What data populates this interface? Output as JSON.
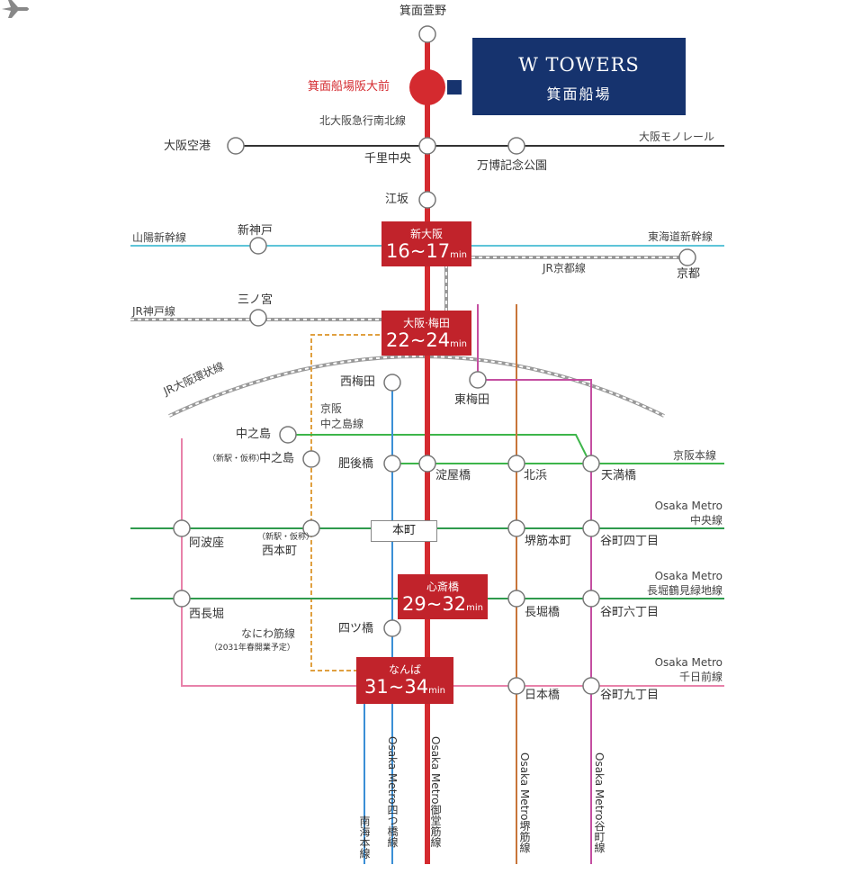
{
  "brand": {
    "title": "W TOWERS",
    "subtitle": "箕面船場"
  },
  "stations": {
    "minoh_kayano": "箕面萱野",
    "minoh_senba": "箕面船場阪大前",
    "osaka_airport": "大阪空港",
    "senri_chuo": "千里中央",
    "banpaku": "万博記念公園",
    "esaka": "江坂",
    "shin_kobe": "新神戸",
    "kyoto": "京都",
    "sannomiya": "三ノ宮",
    "nishi_umeda": "西梅田",
    "higashi_umeda": "東梅田",
    "nakanoshima": "中之島",
    "shin_nakanoshima_note": "（新駅・仮称）",
    "shin_nakanoshima": "中之島",
    "higobashi": "肥後橋",
    "yodoyabashi": "淀屋橋",
    "kitahama": "北浜",
    "tenmabashi": "天満橋",
    "awaza": "阿波座",
    "nishihommachi_note": "（新駅・仮称）",
    "nishihommachi": "西本町",
    "hommachi": "本町",
    "sakaisuji_hommachi": "堺筋本町",
    "tanimachi_4": "谷町四丁目",
    "nishinagahori": "西長堀",
    "yotsubashi": "四ツ橋",
    "nagahoribashi": "長堀橋",
    "tanimachi_6": "谷町六丁目",
    "nipponbashi": "日本橋",
    "tanimachi_9": "谷町九丁目"
  },
  "hubs": {
    "shin_osaka": {
      "name": "新大阪",
      "time": "16~17",
      "unit": "min"
    },
    "umeda": {
      "name": "大阪·梅田",
      "time": "22~24",
      "unit": "min"
    },
    "shinsaibashi": {
      "name": "心斎橋",
      "time": "29~32",
      "unit": "min"
    },
    "namba": {
      "name": "なんば",
      "time": "31~34",
      "unit": "min"
    }
  },
  "lines": {
    "kita_osaka_kyuko": "北大阪急行南北線",
    "monorail": "大阪モノレール",
    "sanyo_shinkansen": "山陽新幹線",
    "tokaido_shinkansen": "東海道新幹線",
    "jr_kyoto": "JR京都線",
    "jr_kobe": "JR神戸線",
    "jr_loop": "JR大阪環状線",
    "keihan_nakanoshima_1": "京阪",
    "keihan_nakanoshima_2": "中之島線",
    "keihan_main": "京阪本線",
    "chuo_1": "Osaka Metro",
    "chuo_2": "中央線",
    "nagahori_1": "Osaka Metro",
    "nagahori_2": "長堀鶴見緑地線",
    "sennichimae_1": "Osaka Metro",
    "sennichimae_2": "千日前線",
    "naniwa": "なにわ筋線",
    "naniwa_note": "（2031年春開業予定）",
    "nankai": "南海本線",
    "yotsubashi_line": "Osaka Metro四つ橋線",
    "midosuji_line": "Osaka Metro御堂筋線",
    "sakaisuji_line": "Osaka Metro堺筋線",
    "tanimachi_line": "Osaka Metro谷町線"
  },
  "icons": {
    "airport": "airplane-icon",
    "site": "property-marker-icon"
  },
  "colors": {
    "midosuji": "#d42a2f",
    "brand": "#16336e",
    "shinkansen": "#5ec4d9",
    "monorail": "#333333",
    "keihan": "#3db54a",
    "chuo": "#2f9a4d",
    "nagahori": "#2f9a4d",
    "sennichimae": "#e882aa",
    "naniwa": "#e0a040",
    "yotsubashi": "#3b8fd6",
    "nankai": "#3b8fd6",
    "sakaisuji": "#c8753a",
    "tanimachi": "#c44fa1",
    "jr": "#8a8a8a"
  }
}
